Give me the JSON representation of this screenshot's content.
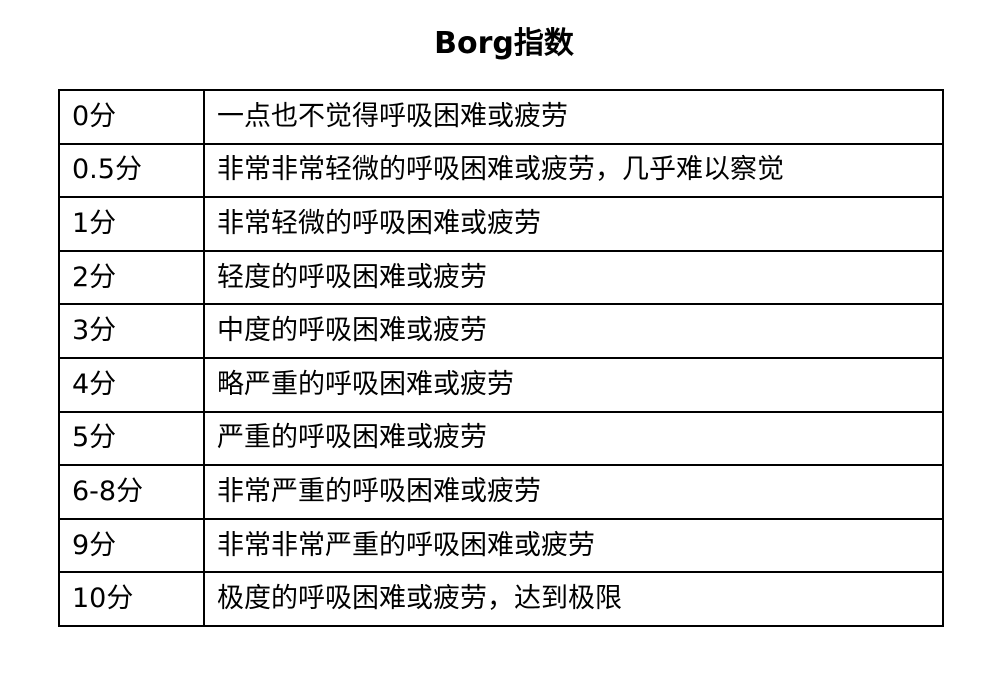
{
  "title": "Borg指数",
  "rows": [
    {
      "score": "0分",
      "description": "一点也不觉得呼吸困难或疲劳"
    },
    {
      "score": "0.5分",
      "description": "非常非常轻微的呼吸困难或疲劳，几乎难以察觉"
    },
    {
      "score": "1分",
      "description": "非常轻微的呼吸困难或疲劳"
    },
    {
      "score": "2分",
      "description": "轻度的呼吸困难或疲劳"
    },
    {
      "score": "3分",
      "description": "中度的呼吸困难或疲劳"
    },
    {
      "score": "4分",
      "description": "略严重的呼吸困难或疲劳"
    },
    {
      "score": "5分",
      "description": "严重的呼吸困难或疲劳"
    },
    {
      "score": "6-8分",
      "description": "非常严重的呼吸困难或疲劳"
    },
    {
      "score": "9分",
      "description": "非常非常严重的呼吸困难或疲劳"
    },
    {
      "score": "10分",
      "description": "极度的呼吸困难或疲劳，达到极限"
    }
  ]
}
